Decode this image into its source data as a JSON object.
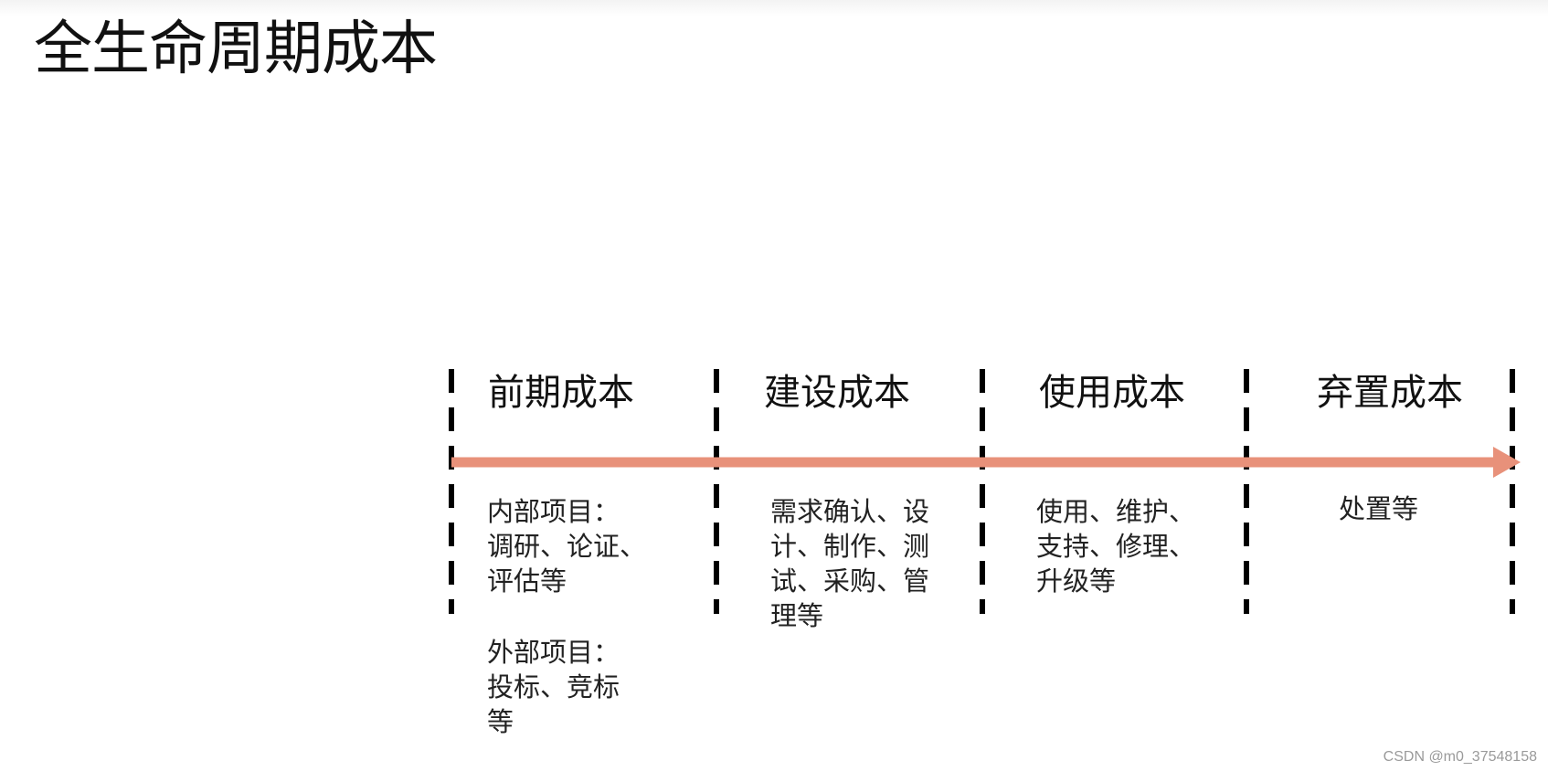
{
  "title": "全生命周期成本",
  "arrow_color": "#e8917a",
  "divider_color": "#000000",
  "phases": [
    {
      "heading": "前期成本",
      "lines_a": [
        "内部项目：",
        "调研、论证、",
        "评估等"
      ],
      "lines_b": [
        "外部项目：",
        "投标、竞标",
        "等"
      ]
    },
    {
      "heading": "建设成本",
      "lines_a": [
        "需求确认、设",
        "计、制作、测",
        "试、采购、管",
        "理等"
      ]
    },
    {
      "heading": "使用成本",
      "lines_a": [
        "使用、维护、",
        "支持、修理、",
        "升级等"
      ]
    },
    {
      "heading": "弃置成本",
      "lines_a": [
        "处置等"
      ]
    }
  ],
  "watermark": "CSDN @m0_37548158"
}
